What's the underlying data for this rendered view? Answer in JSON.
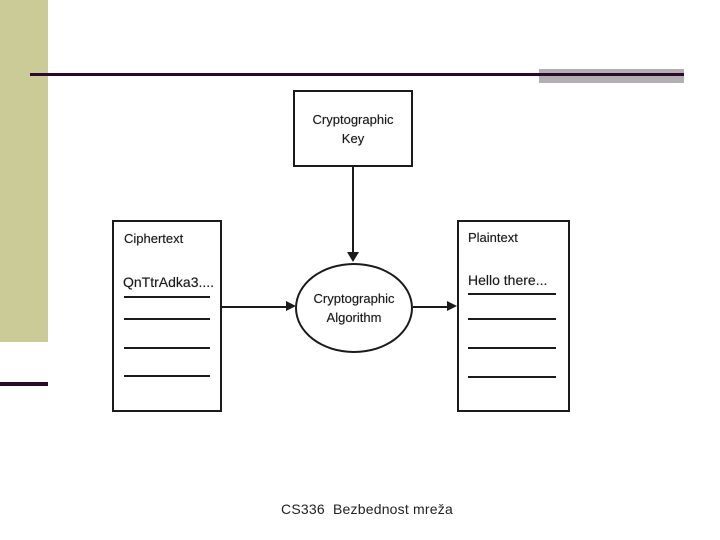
{
  "slide": {
    "caption": "CS336  Bezbednost mreža"
  },
  "diagram": {
    "key_box": {
      "line1": "Cryptographic",
      "line2": "Key"
    },
    "ciphertext_box": {
      "title": "Ciphertext",
      "content": "QnTtrAdka3....",
      "ruled_line_count": 4
    },
    "plaintext_box": {
      "title": "Plaintext",
      "content": "Hello there...",
      "ruled_line_count": 4
    },
    "algorithm_ellipse": {
      "line1": "Cryptographic",
      "line2": "Algorithm"
    }
  },
  "colors": {
    "accent_bar": "#cbcb98",
    "divider_rule": "#2d082d",
    "gray_bar": "#b2afb2",
    "diagram_ink": "#1b1b1b"
  }
}
